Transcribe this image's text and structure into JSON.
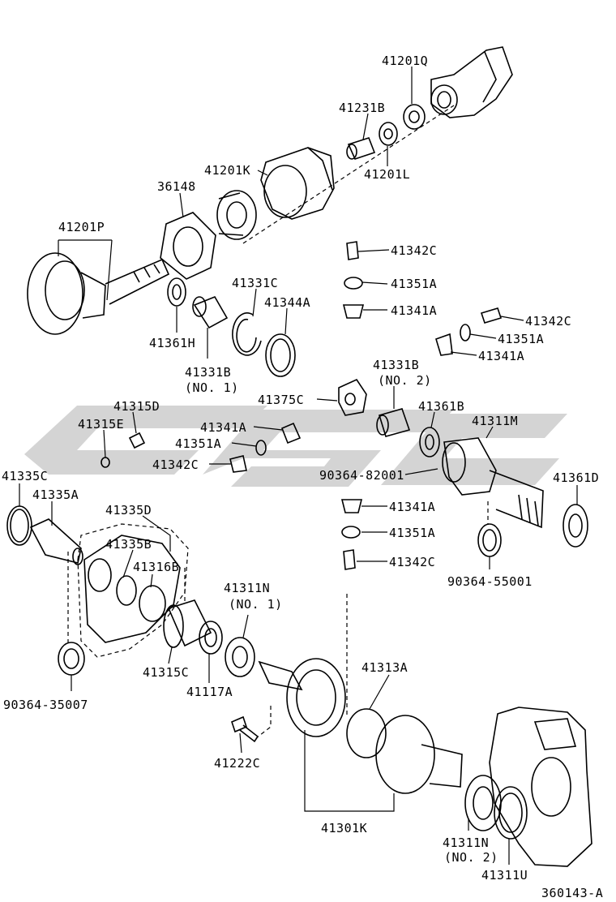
{
  "labels": {
    "l_41201Q": "41201Q",
    "l_41231B": "41231B",
    "l_41201L": "41201L",
    "l_41201K": "41201K",
    "l_36148": "36148",
    "l_41201P": "41201P",
    "l_41342C_a": "41342C",
    "l_41351A_a": "41351A",
    "l_41341A_a": "41341A",
    "l_41342C_b": "41342C",
    "l_41351A_b": "41351A",
    "l_41341A_b": "41341A",
    "l_41331C": "41331C",
    "l_41344A": "41344A",
    "l_41361H": "41361H",
    "l_41331B_no1": "41331B",
    "l_no1_a": "(NO. 1)",
    "l_41331B_no2": "41331B",
    "l_no2_a": "(NO. 2)",
    "l_41375C": "41375C",
    "l_41361B": "41361B",
    "l_41311M": "41311M",
    "l_41315D": "41315D",
    "l_41315E": "41315E",
    "l_41341A_c": "41341A",
    "l_41351A_c": "41351A",
    "l_41342C_c": "41342C",
    "l_90364_82001": "90364-82001",
    "l_41335C": "41335C",
    "l_41335A": "41335A",
    "l_41335D": "41335D",
    "l_41335B": "41335B",
    "l_41316B": "41316B",
    "l_41341A_d": "41341A",
    "l_41351A_d": "41351A",
    "l_41342C_d": "41342C",
    "l_41361D": "41361D",
    "l_90364_55001": "90364-55001",
    "l_41311N_no1": "41311N",
    "l_no1_b": "(NO. 1)",
    "l_41315C": "41315C",
    "l_41117A": "41117A",
    "l_90364_35007": "90364-35007",
    "l_41313A": "41313A",
    "l_41222C": "41222C",
    "l_41301K": "41301K",
    "l_41311N_no2": "41311N",
    "l_no2_b": "(NO. 2)",
    "l_41311U": "41311U",
    "l_figure_code": "360143-A"
  },
  "watermark": {
    "color": "#d4d4d4"
  }
}
